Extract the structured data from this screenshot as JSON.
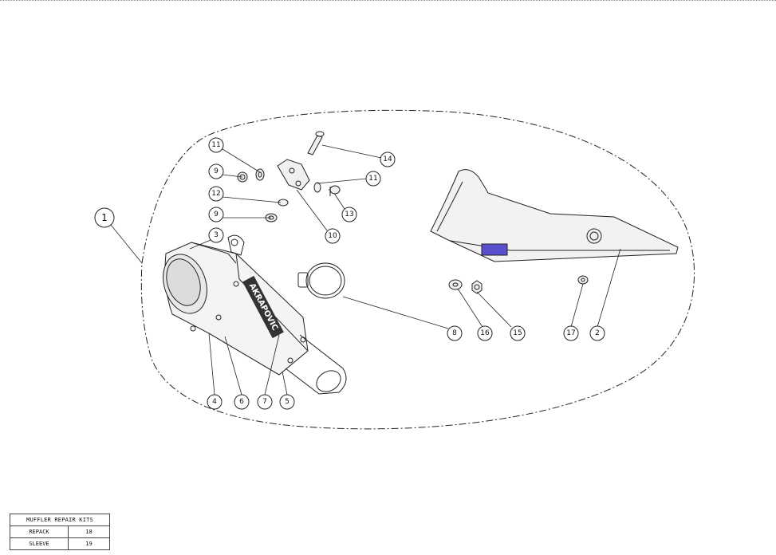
{
  "callouts": [
    "1",
    "2",
    "3",
    "4",
    "5",
    "6",
    "7",
    "8",
    "9",
    "9",
    "10",
    "11",
    "11",
    "12",
    "13",
    "14",
    "15",
    "16",
    "17"
  ],
  "kits_table": {
    "title": "MUFFLER REPAIR KITS",
    "rows": [
      {
        "name": "REPACK",
        "number": "18"
      },
      {
        "name": "SLEEVE",
        "number": "19"
      }
    ]
  },
  "logo_text": "AKRAPOVIC"
}
